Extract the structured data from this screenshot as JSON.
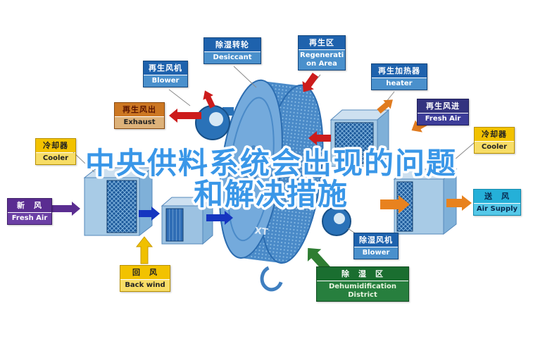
{
  "title": {
    "line1": "中央供料系统会出现的问题",
    "line2": "和解决措施"
  },
  "watermark": "XT",
  "labels": {
    "regen_blower": {
      "zh": "再生风机",
      "en": "Blower"
    },
    "desiccant_wheel": {
      "zh": "除湿转轮",
      "en": "Desiccant"
    },
    "regeneration_area": {
      "zh": "再生区",
      "en": "Regenerati\non Area"
    },
    "regen_heater": {
      "zh": "再生加热器",
      "en": "heater"
    },
    "regen_air_out": {
      "zh": "再生风出",
      "en": "Exhaust"
    },
    "regen_air_in": {
      "zh": "再生风进",
      "en": "Fresh Air"
    },
    "cooler_left": {
      "zh": "冷却器",
      "en": "Cooler"
    },
    "cooler_right": {
      "zh": "冷却器",
      "en": "Cooler"
    },
    "fresh_air": {
      "zh": "新　风",
      "en": "Fresh Air"
    },
    "air_supply": {
      "zh": "送　风",
      "en": "Air Supply"
    },
    "return_air": {
      "zh": "回　风",
      "en": "Back wind"
    },
    "dehumid_blower": {
      "zh": "除湿风机",
      "en": "Blower"
    },
    "dehumid_area": {
      "zh": "除　湿　区",
      "en": "Dehumidification\nDistrict"
    }
  },
  "colors": {
    "title_blue": "#3a97e8",
    "label_blue_dark": "#1e62ad",
    "label_blue_light": "#4a90cc",
    "label_yellow": "#f2c200",
    "label_purple": "#5a2d91",
    "label_cyan": "#25b0d8",
    "label_green": "#1e7a3a",
    "label_orange": "#cc7722",
    "label_navy": "#33337f",
    "arrow_red": "#cc1c1c",
    "arrow_orange": "#e8821e",
    "arrow_blue": "#1535c0",
    "arrow_yellow": "#f0c000",
    "arrow_green": "#2e7d32",
    "rotor_blue": "#4a8ac8"
  }
}
